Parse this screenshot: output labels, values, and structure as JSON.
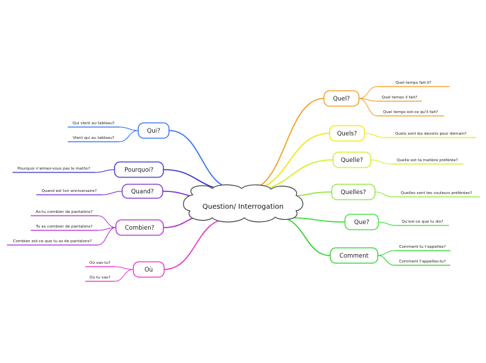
{
  "center": {
    "label": "Question/ Interrogation"
  },
  "branches": [
    {
      "id": "quel",
      "label": "Quel?",
      "color": "#f39a1e",
      "leaves": [
        "Quel temps fait-il?",
        "Quel temps il fait?",
        "Quel temps est-ce qu'il fait?"
      ]
    },
    {
      "id": "quels",
      "label": "Quels?",
      "color": "#f2e600",
      "leaves": [
        "Quels sont les devoirs pour demain?"
      ]
    },
    {
      "id": "quelle",
      "label": "Quelle?",
      "color": "#d4ee1a",
      "leaves": [
        "Quelle est ta matière préférée?"
      ]
    },
    {
      "id": "quelles",
      "label": "Quelles?",
      "color": "#8de635",
      "leaves": [
        "Quelles sont tes couleurs préférées?"
      ]
    },
    {
      "id": "que",
      "label": "Que?",
      "color": "#3ddc3a",
      "leaves": [
        "Qu'est-ce que tu dis?"
      ]
    },
    {
      "id": "comment",
      "label": "Comment",
      "color": "#2fd12f",
      "leaves": [
        "Comment tu t'appelles?",
        "Comment t'appelles-tu?"
      ]
    },
    {
      "id": "qui",
      "label": "Qui?",
      "color": "#2f6ff2",
      "leaves": [
        "Qui vient au tableau?",
        "Vient qui au tableau?"
      ]
    },
    {
      "id": "pourquoi",
      "label": "Pourquoi?",
      "color": "#3a33cc",
      "leaves": [
        "Pourquoi n'aimez-vous pas le maths?"
      ]
    },
    {
      "id": "quand",
      "label": "Quand?",
      "color": "#7a2fcc",
      "leaves": [
        "Quand est ton anniversaire?"
      ]
    },
    {
      "id": "combien",
      "label": "Combien?",
      "color": "#b12ed4",
      "leaves": [
        "As-tu combien de pantalons?",
        "Tu as combien de pantalons?",
        "Combien est-ce que tu as de pantalons?"
      ]
    },
    {
      "id": "ou",
      "label": "Où",
      "color": "#ee2fc8",
      "leaves": [
        "Où vas-tu?",
        "Où tu vas?"
      ]
    }
  ]
}
